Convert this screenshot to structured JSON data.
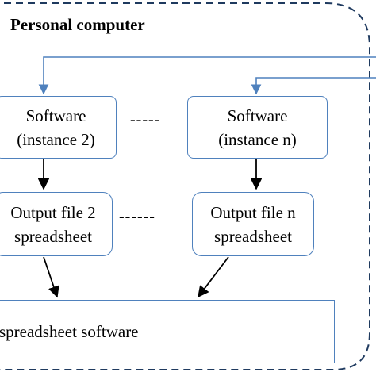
{
  "container": {
    "title": "Personal computer"
  },
  "boxes": {
    "software_2": {
      "line1": "Software",
      "line2": "(instance 2)"
    },
    "software_n": {
      "line1": "Software",
      "line2": "(instance n)"
    },
    "output_2": {
      "line1": "Output file 2",
      "line2": "spreadsheet"
    },
    "output_n": {
      "line1": "Output file n",
      "line2": "spreadsheet"
    },
    "spreadsheet_software": {
      "label": "spreadsheet software"
    }
  },
  "separators": {
    "top": "-----",
    "middle": "------"
  },
  "colors": {
    "container_border": "#1f3a5f",
    "box_border": "#4f81bd",
    "feed_arrow": "#4f81bd",
    "flow_arrow": "#000000"
  }
}
